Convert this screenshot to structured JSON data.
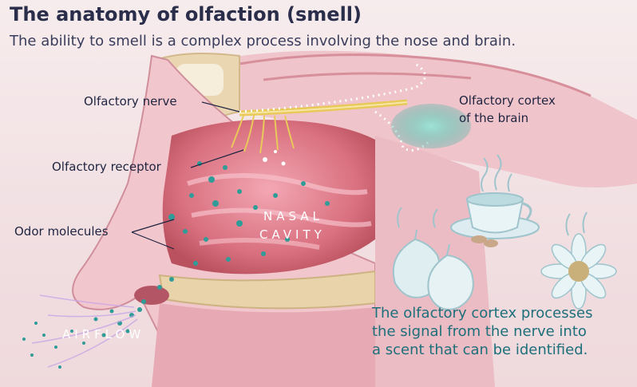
{
  "header": {
    "title": "The anatomy of olfaction (smell)",
    "subtitle": "The ability to smell is a complex process involving the nose and brain."
  },
  "labels": {
    "olfactory_nerve": "Olfactory nerve",
    "olfactory_receptor": "Olfactory receptor",
    "odor_molecules": "Odor molecules",
    "olfactory_cortex_line1": "Olfactory cortex",
    "olfactory_cortex_line2": "of the brain",
    "nasal": "NASAL",
    "cavity": "CAVITY",
    "airflow": "AIRFLOW"
  },
  "caption": {
    "line1": "The olfactory cortex processes",
    "line2": "the signal from the nerve into",
    "line3": "a scent that can be identified."
  },
  "colors": {
    "title": "#2b2e4a",
    "accent_teal": "#1d6f7a",
    "nerve_yellow": "#e8c95a",
    "tissue_pink": "#e79aa6",
    "bone_cream": "#ecdcb8"
  }
}
